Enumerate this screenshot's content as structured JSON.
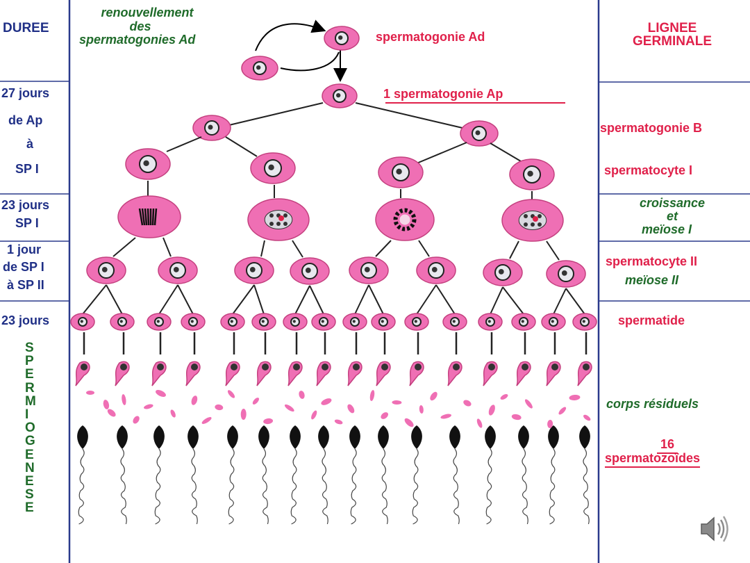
{
  "left_column": {
    "header": "DUREE",
    "d1_line1": "27 jours",
    "d1_line2": "de Ap",
    "d1_line3": "à",
    "d1_line4": "SP I",
    "d2_line1": "23 jours",
    "d2_line2": "SP I",
    "d3_line1": "1 jour",
    "d3_line2": "de SP I",
    "d3_line3": "à SP II",
    "d4_line1": "23 jours",
    "spermiogenese_letters": [
      "S",
      "P",
      "E",
      "R",
      "M",
      "I",
      "O",
      "G",
      "E",
      "N",
      "E",
      "S",
      "E"
    ]
  },
  "center": {
    "renewal_line1": "renouvellement",
    "renewal_line2": "des",
    "renewal_line3": "spermatogonies Ad",
    "spermatogonie_ad": "spermatogonie Ad",
    "spermatogonie_ap": "1 spermatogonie Ap"
  },
  "right_column": {
    "header_line1": "LIGNEE",
    "header_line2": "GERMINALE",
    "spermatogonie_b": "spermatogonie B",
    "spermatocyte_1": "spermatocyte I",
    "croissance": "croissance",
    "et": "et",
    "meiose_1": "meïose I",
    "spermatocyte_2": "spermatocyte II",
    "meiose_2": "meïose II",
    "spermatide": "spermatide",
    "corps_residuels": "corps résiduels",
    "count_16": "16",
    "spermatozoides": "spermatozoïdes"
  },
  "colors": {
    "cell_fill": "#ef6fb4",
    "cell_stroke": "#c4407f",
    "label_red": "#e0204a",
    "label_blue": "#1f2f86",
    "label_green": "#1f6b2a",
    "divider": "#2a3a8c"
  },
  "icons": {
    "speaker": "speaker-icon"
  }
}
